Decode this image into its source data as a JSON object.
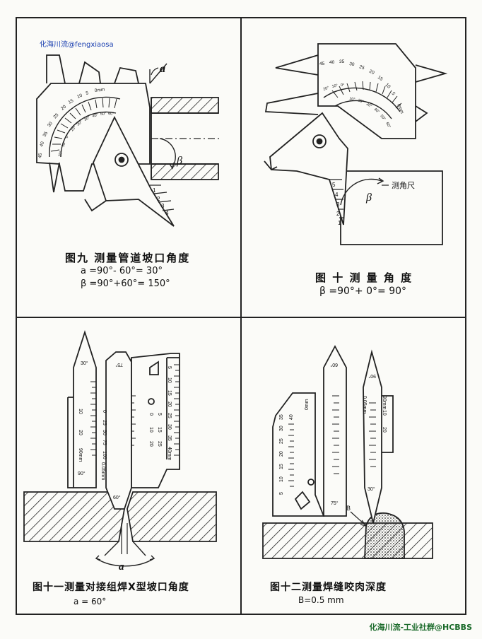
{
  "watermarks": {
    "top": "化海川流@fengxiaosa",
    "bottom": "化海川流-工业社群@HCBBS"
  },
  "figure9": {
    "caption": "图九 测量管道坡口角度",
    "formula1": "a =90°- 60°= 30°",
    "formula2": "β =90°+60°= 150°",
    "label_alpha": "a",
    "label_beta": "β",
    "scale_ticks": [
      "45",
      "40",
      "35",
      "30",
      "25",
      "20",
      "15",
      "10",
      "5",
      "0mm"
    ],
    "inner_ticks": [
      "20°",
      "10°",
      "0°",
      "10°",
      "20°",
      "30°",
      "40°",
      "50°",
      "60°"
    ],
    "step_labels": [
      "1",
      "2",
      "3",
      "4"
    ]
  },
  "figure10": {
    "caption": "图 十 测 量 角 度",
    "formula": "β =90°+ 0°= 90°",
    "label_beta": "β",
    "label_ruler": "测角尺",
    "scale_ticks": [
      "45",
      "40",
      "35",
      "30",
      "25",
      "20",
      "15",
      "10",
      "5",
      "0mm"
    ],
    "inner_ticks": [
      "20°",
      "10°",
      "0°",
      "10°",
      "20°",
      "30°",
      "40°",
      "50°",
      "60°"
    ],
    "step_labels": [
      "5",
      "4",
      "3",
      "2",
      "1"
    ]
  },
  "figure11": {
    "caption": "图十一测量对接组焊X型坡口角度",
    "formula": "a = 60°",
    "label_alpha": "a",
    "angle_top": "30°",
    "angle_90": "90°",
    "angle_75": "75°",
    "angle_60": "60°",
    "ruler_ticks": [
      "5",
      "10",
      "15",
      "20",
      "25",
      "30",
      "35",
      "40mm"
    ],
    "small_ticks": [
      "0",
      "5",
      "10",
      "15",
      "20",
      "25"
    ],
    "gap_labels": [
      "0",
      "25",
      "50",
      "75",
      "100"
    ],
    "unit_mm": "0.05mm",
    "label_10": "10",
    "label_20": "20",
    "label_90mm": "90mm"
  },
  "figure12": {
    "caption": "图十二测量焊缝咬肉深度",
    "formula": "B=0.5 mm",
    "label_B": "B",
    "angle_60": "60°",
    "angle_90": "90°",
    "angle_75": "75°",
    "angle_30": "30°",
    "ruler_ticks": [
      "0mm",
      "5",
      "10",
      "15",
      "20",
      "25",
      "30",
      "35",
      "40"
    ],
    "unit_mm": "0.05mm",
    "label_10": "10",
    "label_20": "20",
    "label_30mm": "30mm"
  }
}
